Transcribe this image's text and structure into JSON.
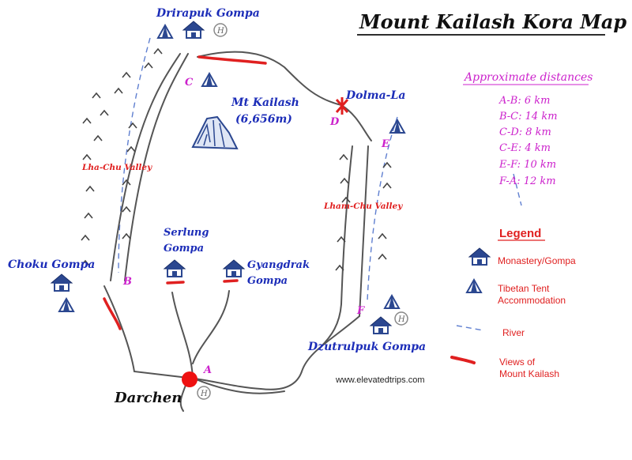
{
  "title": "Mount Kailash Kora Map",
  "distances": {
    "heading": "Approximate distances",
    "items": [
      "A-B: 6 km",
      "B-C: 14 km",
      "C-D: 8 km",
      "C-E: 4 km",
      "E-F: 10 km",
      "F-A: 12 km"
    ]
  },
  "legend": {
    "heading": "Legend",
    "monastery": "Monastery/Gompa",
    "tent_line1": "Tibetan Tent",
    "tent_line2": "Accommodation",
    "river": "River",
    "views_line1": "Views of",
    "views_line2": "Mount Kailash"
  },
  "places": {
    "drirapuk": "Drirapuk Gompa",
    "dolma": "Dolma-La",
    "mt_name": "Mt Kailash",
    "mt_height": "(6,656m)",
    "choku": "Choku Gompa",
    "serlung_1": "Serlung",
    "serlung_2": "Gompa",
    "gyangdrak_1": "Gyangdrak",
    "gyangdrak_2": "Gompa",
    "dzutrulpuk": "Dzutrulpuk Gompa",
    "darchen": "Darchen",
    "lha_chu": "Lha-Chu Valley",
    "lham_chu": "Lham-Chu Valley"
  },
  "points": {
    "a": "A",
    "b": "B",
    "c": "C",
    "d": "D",
    "e": "E",
    "f": "F"
  },
  "helipad": "H",
  "website": "www.elevatedtrips.com",
  "colors": {
    "blue": "#1c2db8",
    "magenta": "#cc22cc",
    "red": "#e02020",
    "trail": "#555555",
    "river": "#5f7fd0",
    "icon": "#2b4790"
  },
  "icons": [
    "monastery-icon",
    "tent-icon",
    "helipad-icon",
    "mountain-icon",
    "pass-marker-icon",
    "start-marker-icon"
  ]
}
